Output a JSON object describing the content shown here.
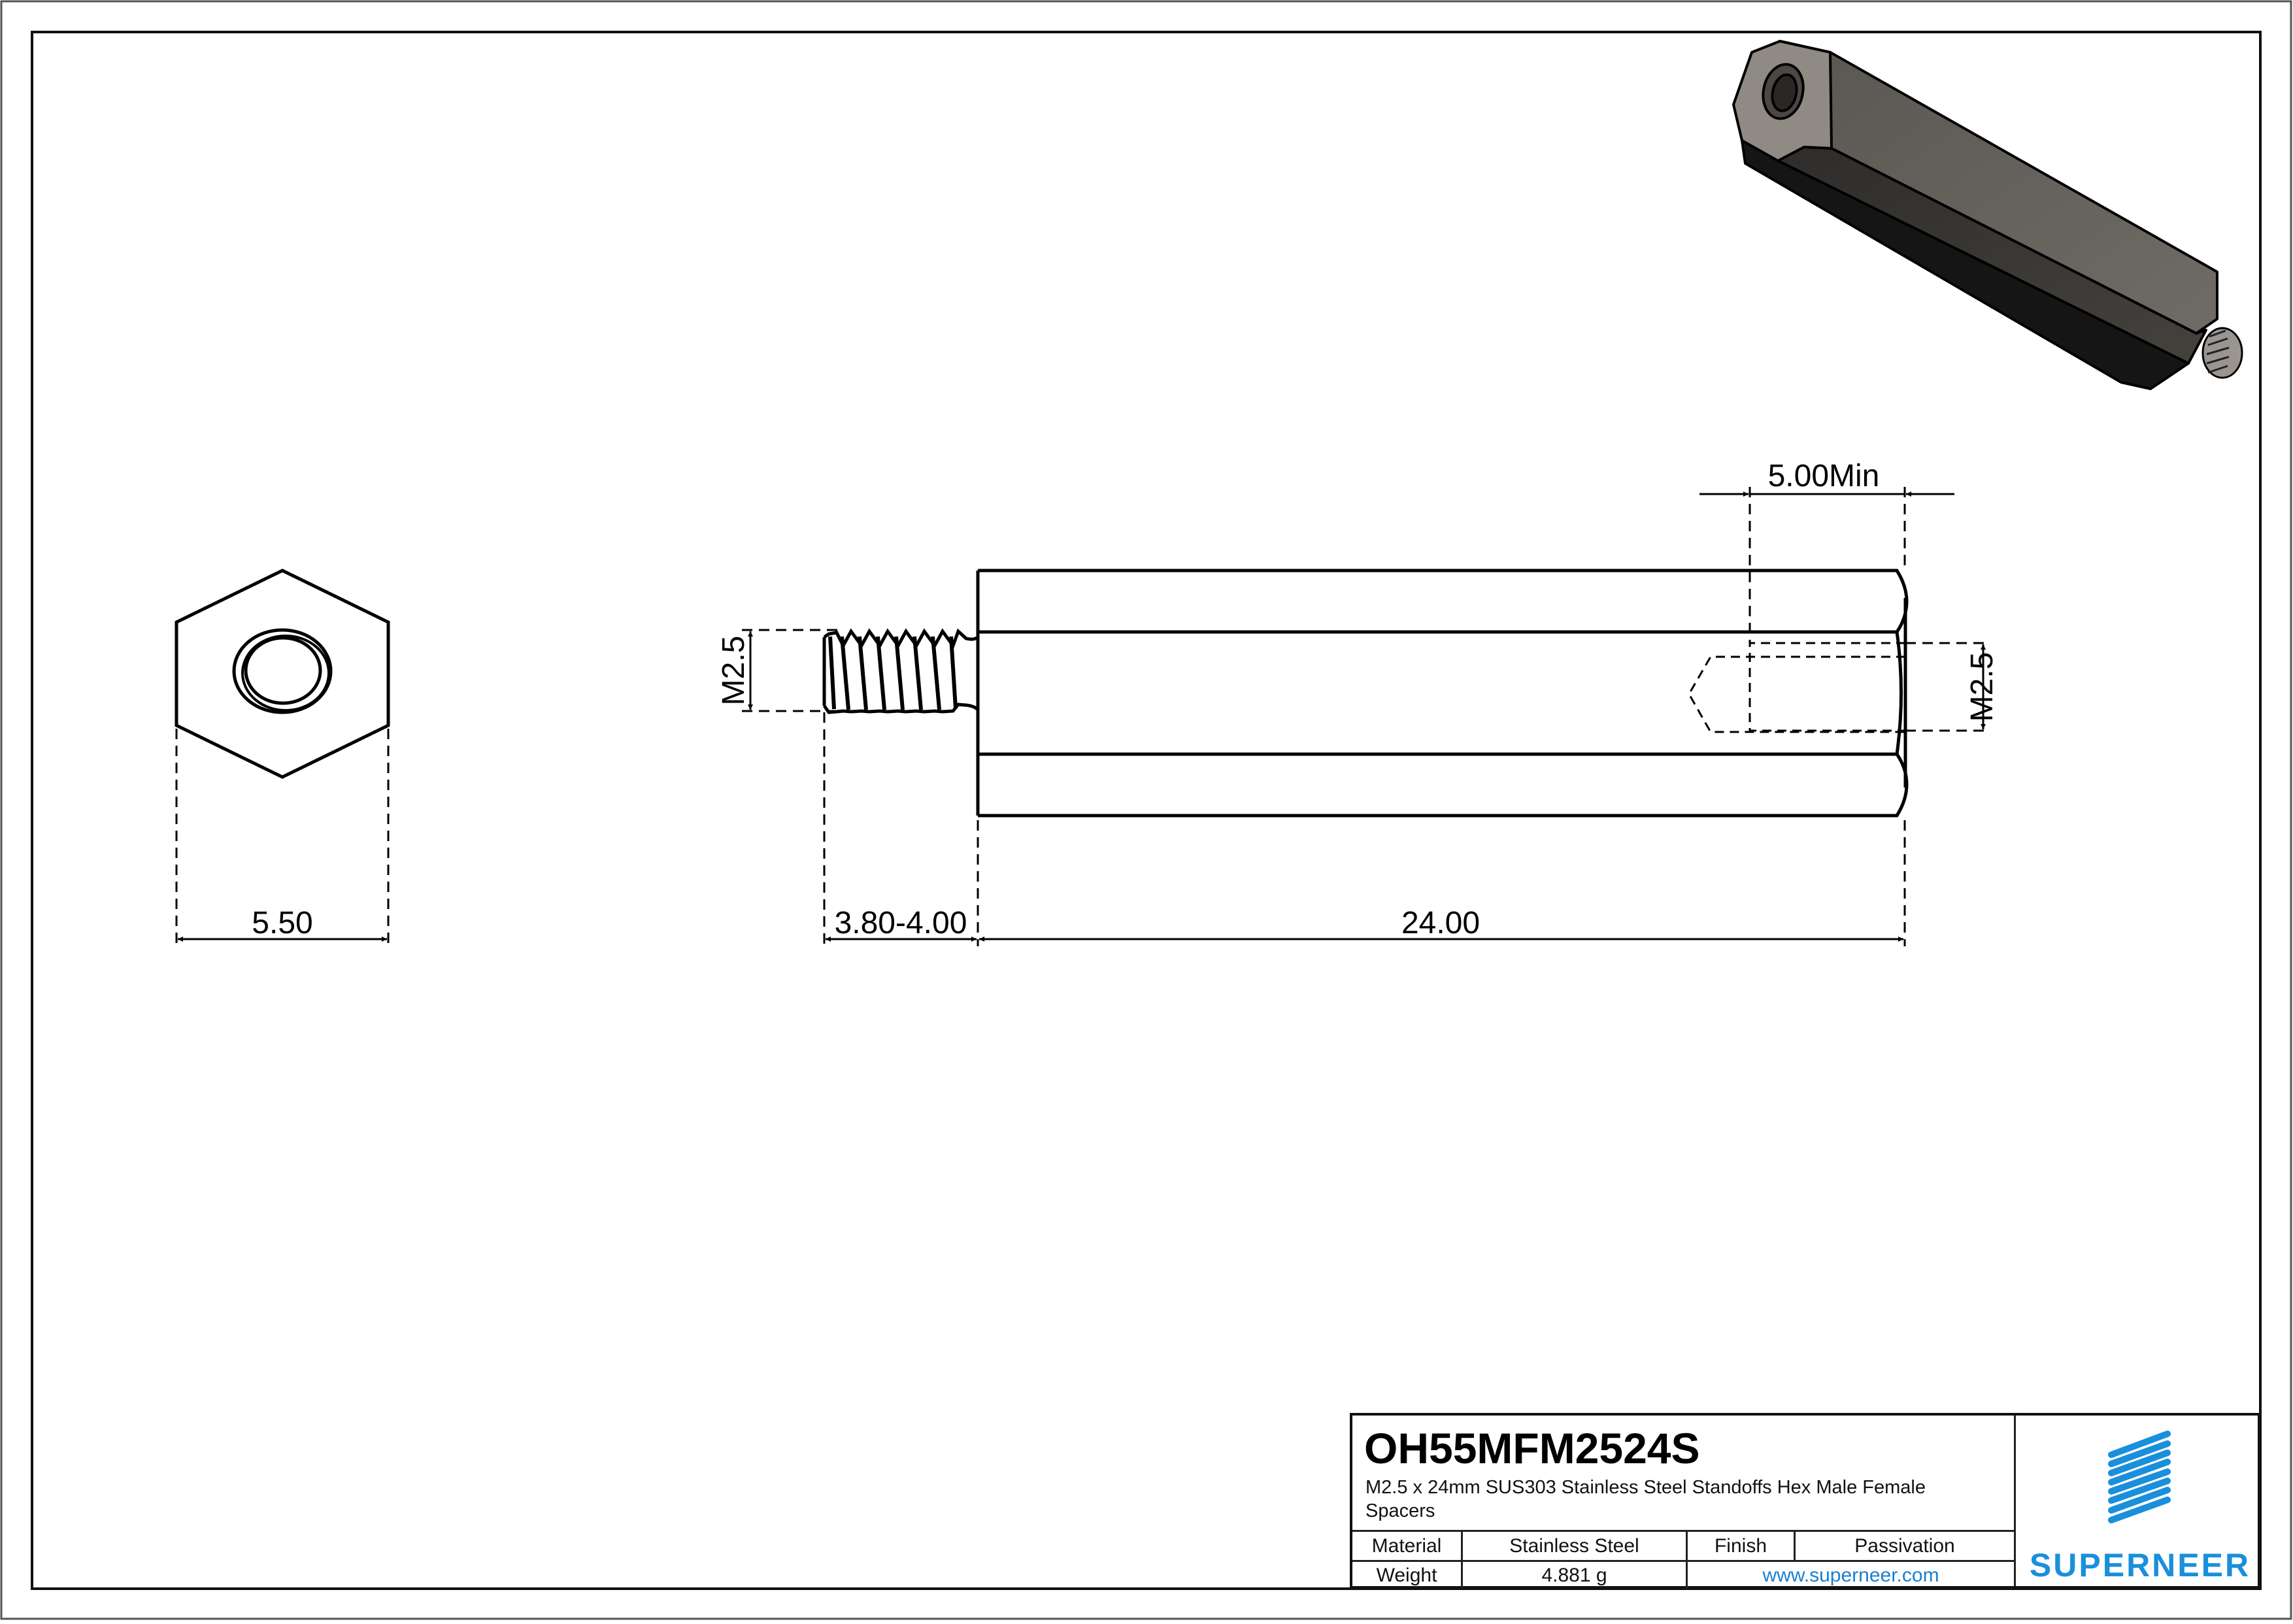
{
  "drawing": {
    "views": {
      "end_view": {
        "label": "hex-end-view",
        "dimension_width": "5.50"
      },
      "side_view": {
        "label": "side-view",
        "male_thread_label": "M2.5",
        "male_thread_length": "3.80-4.00",
        "body_length": "24.00",
        "female_thread_label": "M2.5",
        "female_thread_depth": "5.00Min"
      },
      "iso_view": {
        "label": "3d-isometric-render"
      }
    }
  },
  "title_block": {
    "part_number": "OH55MFM2524S",
    "description": "M2.5 x 24mm SUS303 Stainless Steel Standoffs Hex Male Female Spacers",
    "rows": [
      {
        "label1": "Material",
        "value1": "Stainless Steel",
        "label2": "Finish",
        "value2": "Passivation"
      },
      {
        "label1": "Weight",
        "value1": "4.881 g",
        "website": "www.superneer.com"
      }
    ],
    "brand": "SUPERNEER",
    "colors": {
      "brand": "#1a8fdb",
      "line": "#111111",
      "render_dark": "#2b2a28",
      "render_light": "#6e6a64"
    }
  }
}
